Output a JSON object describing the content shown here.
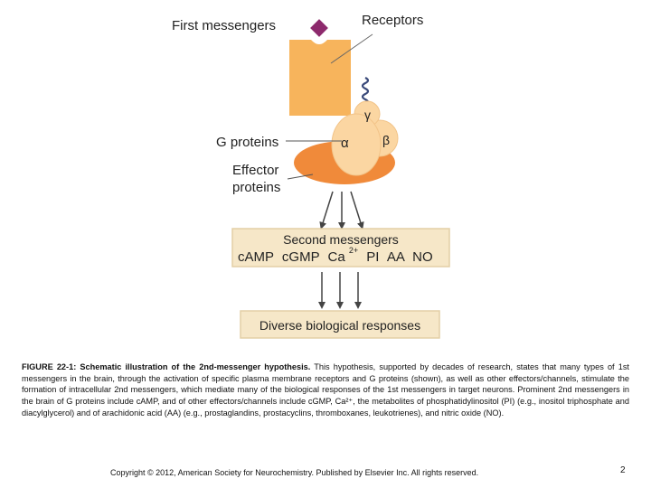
{
  "diagram": {
    "first_messengers_label": "First messengers",
    "receptors_label": "Receptors",
    "g_proteins_label": "G proteins",
    "effector_label_line1": "Effector",
    "effector_label_line2": "proteins",
    "gamma_label": "γ",
    "alpha_label": "α",
    "beta_label": "β",
    "second_messengers_title": "Second messengers",
    "second_messengers_list": [
      "cAMP",
      "cGMP",
      "Ca",
      "PI",
      "AA",
      "NO"
    ],
    "calcium_superscript": "2+",
    "responses_label": "Diverse biological responses",
    "colors": {
      "receptor": "#f7b45c",
      "g_protein": "#fbd6a2",
      "effector": "#f08a3a",
      "ligand": "#8d2a6d",
      "box_fill": "#f6e7c8",
      "box_border": "#e3cfa6",
      "arrow": "#444444"
    }
  },
  "caption": {
    "figure_label": "FIGURE 22-1: Schematic illustration of the 2nd-messenger hypothesis.",
    "text": " This hypothesis, supported by decades of research, states that many types of 1st messengers in the brain, through the activation of specific plasma membrane receptors and G proteins (shown), as well as other effectors/channels, stimulate the formation of intracellular 2nd messengers, which mediate many of the biological responses of the 1st messengers in target neurons. Prominent 2nd messengers in the brain of G proteins include cAMP, and of other effectors/channels include cGMP, Ca²⁺, the metabolites of phosphatidylinositol (PI) (e.g., inositol triphosphate and diacylglycerol) and of arachidonic acid (AA) (e.g., prostaglandins, prostacyclins, thromboxanes, leukotrienes), and nitric oxide (NO)."
  },
  "footer": {
    "copyright": "Copyright © 2012, American Society for Neurochemistry. Published by Elsevier Inc. All rights reserved.",
    "page_number": "2"
  }
}
